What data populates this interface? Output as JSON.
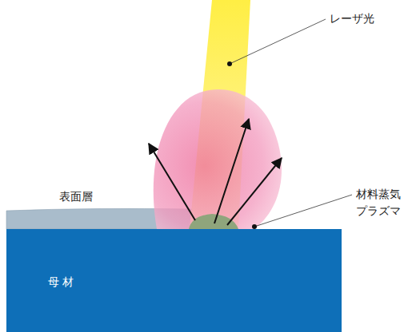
{
  "diagram": {
    "nodes": [
      {
        "text": [
          "母 材"
        ]
      }
    ],
    "labels": [
      "レーザ光",
      "材料蒸気 プラズマ",
      "表面層"
    ]
  }
}
